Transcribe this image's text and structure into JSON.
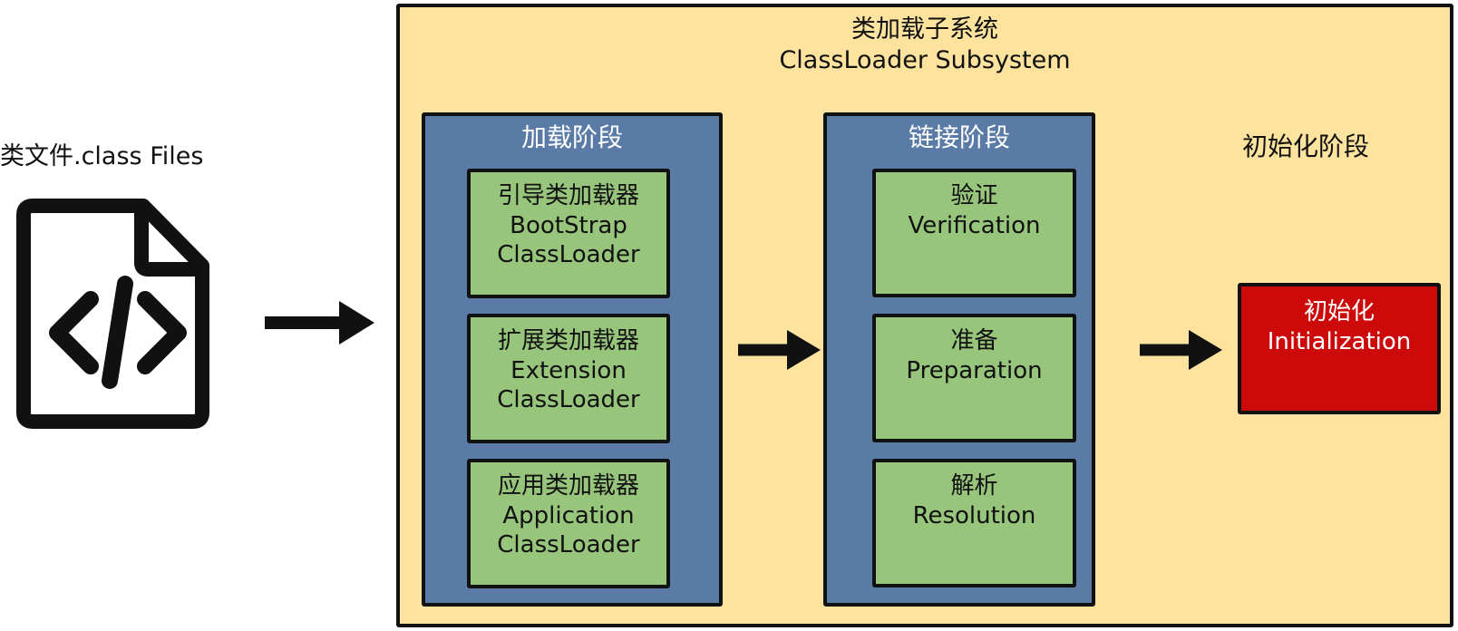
{
  "files": {
    "title": "类文件.class Files",
    "icon": "code-file-icon"
  },
  "subsystem": {
    "title_cn": "类加载子系统",
    "title_en": "ClassLoader Subsystem",
    "background": "#fde39e"
  },
  "loading_stage": {
    "title": "加载阶段",
    "color": "#5a7ba6",
    "loaders": [
      {
        "cn": "引导类加载器",
        "en1": "BootStrap",
        "en2": "ClassLoader"
      },
      {
        "cn": "扩展类加载器",
        "en1": "Extension",
        "en2": "ClassLoader"
      },
      {
        "cn": "应用类加载器",
        "en1": "Application",
        "en2": "ClassLoader"
      }
    ]
  },
  "linking_stage": {
    "title": "链接阶段",
    "color": "#5a7ba6",
    "steps": [
      {
        "cn": "验证",
        "en": "Verification"
      },
      {
        "cn": "准备",
        "en": "Preparation"
      },
      {
        "cn": "解析",
        "en": "Resolution"
      }
    ]
  },
  "init_stage": {
    "title": "初始化阶段",
    "box_cn": "初始化",
    "box_en": "Initialization",
    "color": "#cc0a0a"
  },
  "box_color": "#97c57b"
}
